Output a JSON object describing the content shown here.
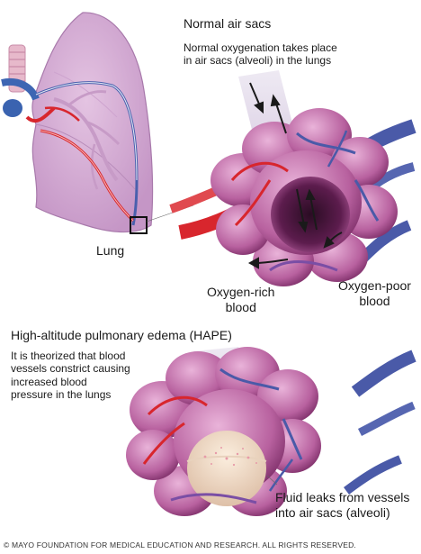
{
  "normal": {
    "title": "Normal air sacs",
    "description": "Normal oxygenation takes place\nin air sacs (alveoli) in the lungs"
  },
  "lung": {
    "label": "Lung"
  },
  "blood": {
    "oxygen_rich": "Oxygen-rich\nblood",
    "oxygen_poor": "Oxygen-poor\nblood"
  },
  "hape": {
    "title": "High-altitude pulmonary edema (HAPE)",
    "description": "It is theorized that blood\nvessels constrict causing\nincreased blood\npressure in the lungs",
    "fluid_label": "Fluid leaks from vessels\ninto air sacs (alveoli)"
  },
  "copyright": "© MAYO FOUNDATION FOR MEDICAL EDUCATION AND RESEARCH. ALL RIGHTS RESERVED.",
  "colors": {
    "lung": "#d8b1d6",
    "alveoli": "#c98bbf",
    "artery": "#d8262d",
    "vein": "#4a5aa8",
    "airway": "#c9bfd9"
  }
}
